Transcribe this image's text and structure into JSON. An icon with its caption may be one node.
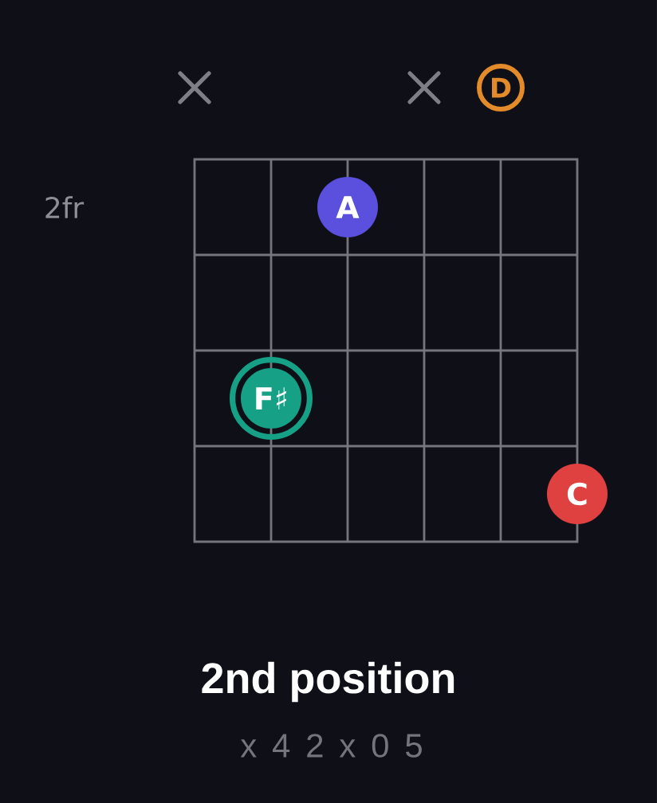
{
  "diagram": {
    "title": "2nd position",
    "caption": "x 4 2 x 0 5",
    "nodes": [
      {
        "text": [
          "D"
        ]
      },
      {
        "text": [
          "A"
        ]
      },
      {
        "text": [
          "F♯"
        ]
      },
      {
        "text": [
          "C"
        ]
      }
    ],
    "labels": [
      "2fr"
    ]
  }
}
